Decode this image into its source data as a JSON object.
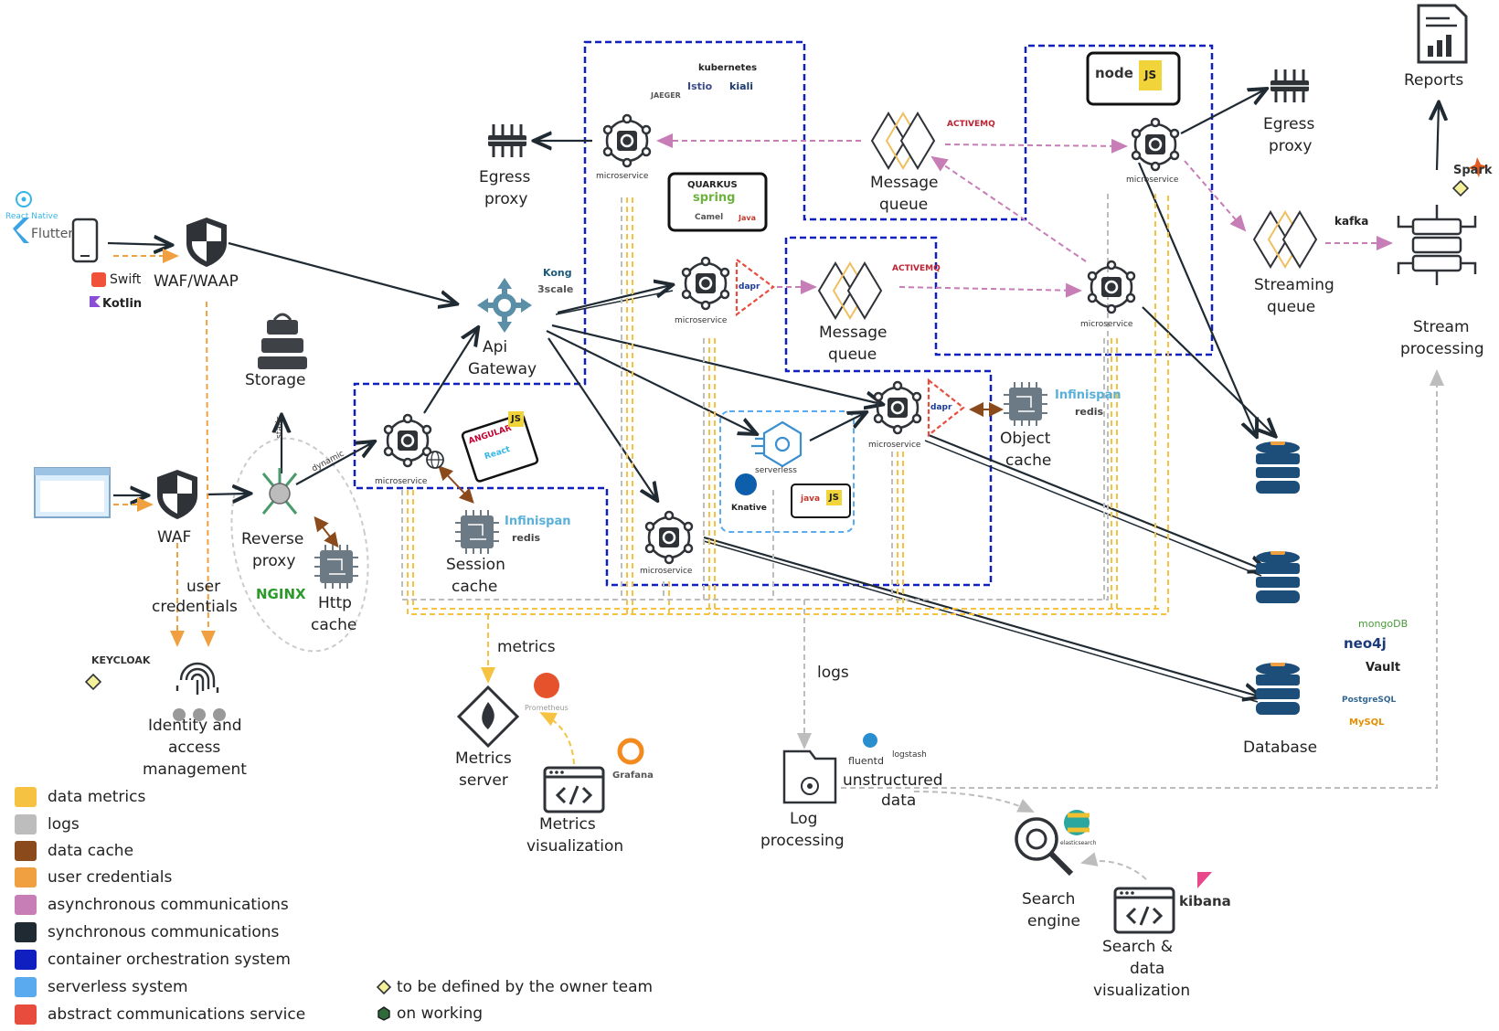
{
  "clients": {
    "mobile_frameworks": [
      "React Native",
      "Flutter",
      "Swift",
      "Kotlin"
    ],
    "waf_waap_label": "WAF/WAAP",
    "waf_label": "WAF"
  },
  "gateway": {
    "label_line1": "Api",
    "label_line2": "Gateway",
    "logos": [
      "Kong",
      "3scale"
    ]
  },
  "storage": {
    "label": "Storage"
  },
  "reverse_proxy": {
    "line1": "Reverse",
    "line2": "proxy",
    "logo": "NGINX",
    "static_label": "static",
    "dynamic_label": "dynamic"
  },
  "http_cache": {
    "line1": "Http",
    "line2": "cache"
  },
  "session_cache": {
    "line1": "Session",
    "line2": "cache",
    "logos": [
      "Infinispan",
      "redis"
    ]
  },
  "object_cache": {
    "line1": "Object",
    "line2": "cache",
    "logos": [
      "Infinispan",
      "redis"
    ]
  },
  "frontend_logos": [
    "ANGULAR",
    "React",
    "JS"
  ],
  "microservice_label": "microservice",
  "serverless": {
    "label": "serverless",
    "logo": "Knative",
    "note_logos": [
      "java",
      "JS"
    ]
  },
  "dapr_label": "dapr",
  "orchestration_logos": [
    "JAEGER",
    "kubernetes",
    "Istio",
    "kiali"
  ],
  "java_stack": [
    "QUARKUS",
    "spring",
    "Camel",
    "Java"
  ],
  "node_stack": [
    "node",
    "JS"
  ],
  "message_queue": {
    "line1": "Message",
    "line2": "queue",
    "logo": "ACTIVEMQ"
  },
  "streaming_queue": {
    "line1": "Streaming",
    "line2": "queue",
    "logo": "kafka"
  },
  "stream_processing": {
    "line1": "Stream",
    "line2": "processing",
    "logo": "Spark"
  },
  "reports": {
    "label": "Reports"
  },
  "egress": {
    "line1": "Egress",
    "line2": "proxy"
  },
  "database": {
    "label": "Database",
    "logos": [
      "mongoDB",
      "neo4j",
      "Vault",
      "PostgreSQL",
      "MySQL"
    ]
  },
  "identity": {
    "line1": "Identity and",
    "line2": "access",
    "line3": "management",
    "logo": "KEYCLOAK",
    "user_credentials_line1": "user",
    "user_credentials_line2": "credentials"
  },
  "metrics": {
    "flow_label": "metrics",
    "server_line1": "Metrics",
    "server_line2": "server",
    "server_logo": "Prometheus",
    "viz_line1": "Metrics",
    "viz_line2": "visualization",
    "viz_logo": "Grafana"
  },
  "logs": {
    "flow_label": "logs",
    "proc_line1": "Log",
    "proc_line2": "processing",
    "unstructured_line1": "unstructured",
    "unstructured_line2": "data",
    "logos": [
      "fluentd",
      "logstash"
    ]
  },
  "search": {
    "engine_line1": "Search",
    "engine_line2": "engine",
    "engine_logo": "elasticsearch",
    "viz_line1": "Search &",
    "viz_line2": "data",
    "viz_line3": "visualization",
    "viz_logo": "kibana"
  },
  "legend": [
    {
      "label": "data metrics",
      "color": "#f5c242"
    },
    {
      "label": "logs",
      "color": "#bdbdbd"
    },
    {
      "label": "data cache",
      "color": "#8b4a1c"
    },
    {
      "label": "user credentials",
      "color": "#f0a040"
    },
    {
      "label": "asynchronous communications",
      "color": "#c77db5"
    },
    {
      "label": "synchronous communications",
      "color": "#1f2a33"
    },
    {
      "label": "container orchestration system",
      "color": "#1020c0"
    },
    {
      "label": "serverless system",
      "color": "#5aaaf0"
    },
    {
      "label": "abstract communications service",
      "color": "#e84c3d"
    }
  ],
  "notes": {
    "tbd": "to be defined by the owner team",
    "working": "on working"
  },
  "colors": {
    "sync": "#1f2a33",
    "async": "#c77db5",
    "metrics": "#f5c242",
    "logs": "#bdbdbd",
    "cache": "#8b4a1c",
    "credentials": "#f0a040",
    "orchestration": "#1020c0",
    "serverless": "#5aaaf0",
    "dapr": "#e84c3d",
    "icon": "#2f3338",
    "db": "#1d4e79"
  }
}
